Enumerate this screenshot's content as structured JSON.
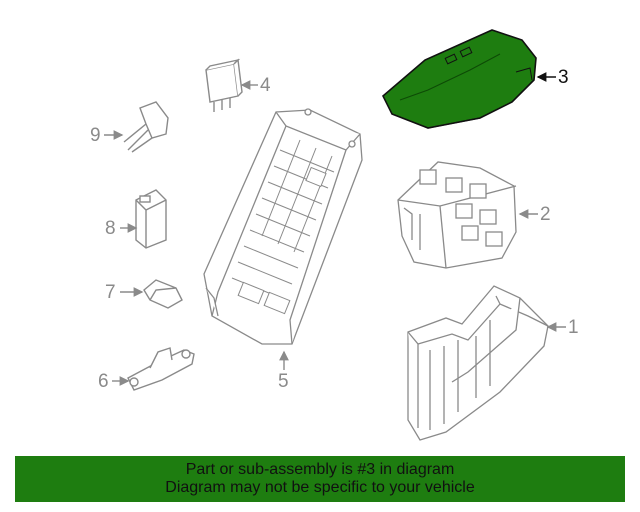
{
  "callouts": {
    "c1": "1",
    "c2": "2",
    "c3": "3",
    "c4": "4",
    "c5": "5",
    "c6": "6",
    "c7": "7",
    "c8": "8",
    "c9": "9"
  },
  "highlight_part": "3",
  "colors": {
    "line": "#8a8a8a",
    "highlight_fill": "#1e7d10",
    "highlight_stroke": "#111111",
    "banner": "#1e7d10"
  },
  "banner": {
    "line1": "Part or sub-assembly is #3 in diagram",
    "line2": "Diagram may not be specific to your vehicle"
  }
}
